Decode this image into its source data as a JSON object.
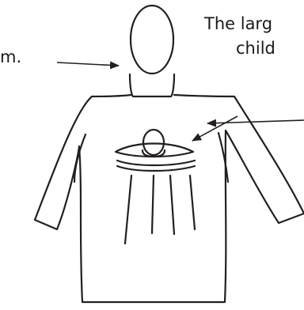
{
  "labels": {
    "left_fragment": "m.",
    "top_right_line1": "The larg",
    "top_right_line2": "child"
  },
  "colors": {
    "stroke": "#231f20",
    "background": "#ffffff"
  }
}
